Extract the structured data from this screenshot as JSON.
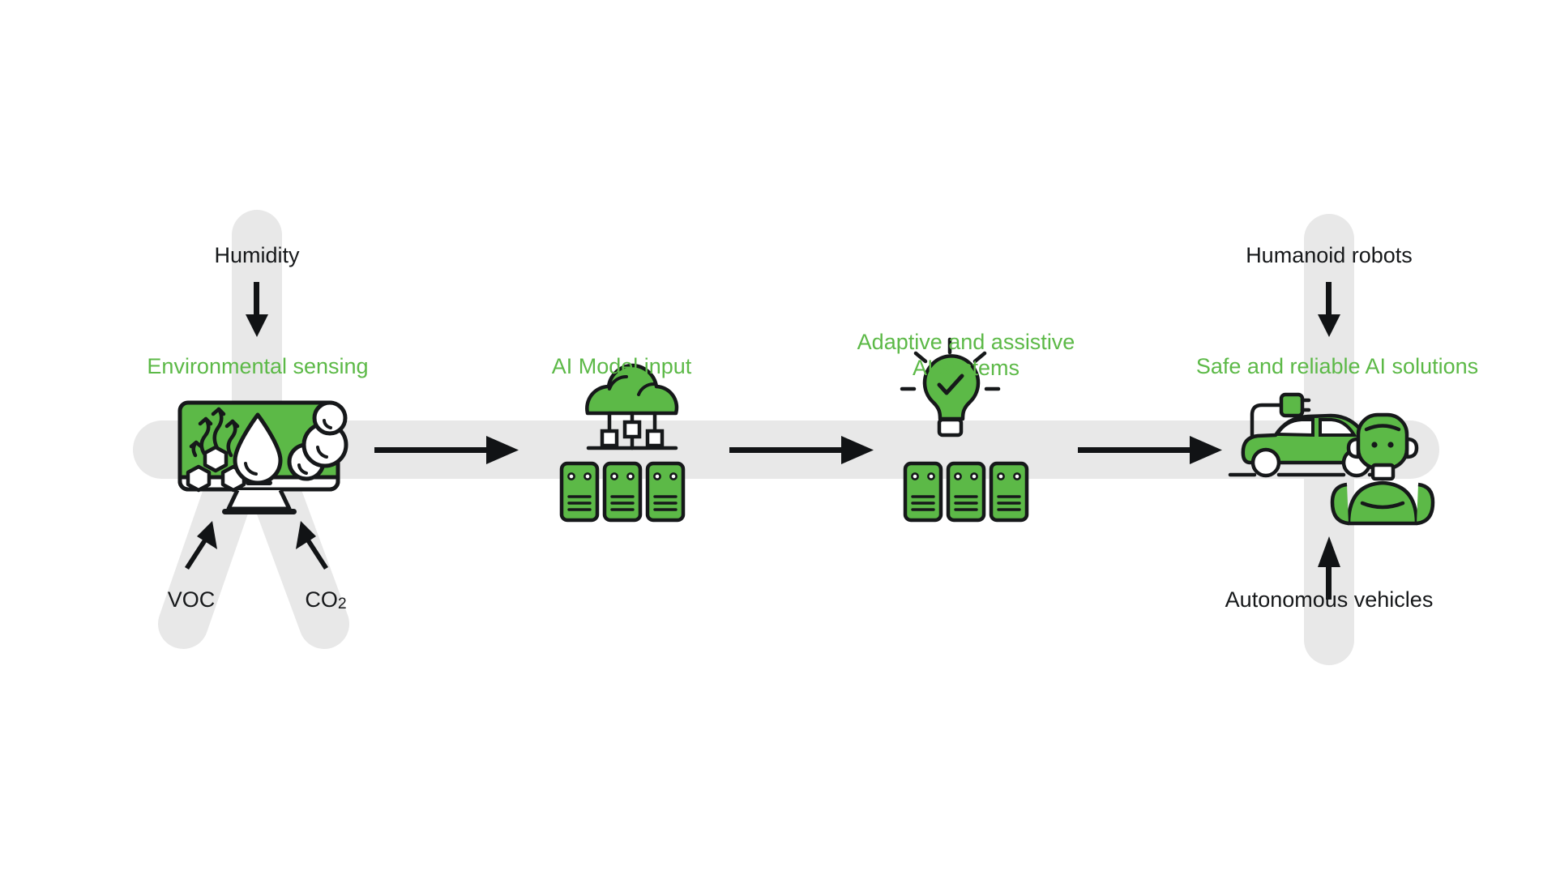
{
  "diagram": {
    "title_text_color": "#16181a",
    "accent_green": "#5cb947",
    "band_gray": "#e8e8e8",
    "background": "#ffffff",
    "flow_direction": "left-to-right",
    "inputs": [
      {
        "id": "humidity",
        "label": "Humidity",
        "arrow": "down",
        "position": "top-left"
      },
      {
        "id": "voc",
        "label": "VOC",
        "arrow": "up-right",
        "position": "bottom-left-outer"
      },
      {
        "id": "co2",
        "label": "CO2",
        "label_prefix": "CO",
        "label_sub": "2",
        "arrow": "up-left",
        "position": "bottom-left-inner"
      }
    ],
    "outputs": [
      {
        "id": "humanoid-robots",
        "label": "Humanoid robots",
        "arrow": "down",
        "position": "top-right"
      },
      {
        "id": "autonomous-vehicles",
        "label": "Autonomous vehicles",
        "arrow": "up",
        "position": "bottom-right"
      }
    ],
    "stages": [
      {
        "id": "environmental-sensing",
        "label": "Environmental sensing",
        "label_lines": [
          "Environmental sensing"
        ],
        "icon": "monitor-sensing-icon",
        "icon_elements": [
          "voc-hexagons-icon",
          "water-droplet-icon",
          "co2-molecule-icon"
        ]
      },
      {
        "id": "ai-model-input",
        "label": "AI Model input",
        "label_lines": [
          "AI Model input"
        ],
        "icon": "cloud-servers-icon",
        "icon_elements": [
          "cloud-icon",
          "network-nodes-icon",
          "server-rack-icon"
        ]
      },
      {
        "id": "adaptive-assistive-ai-systems",
        "label": "Adaptive and assistive AI systems",
        "label_lines": [
          "Adaptive and assistive",
          "AI systems"
        ],
        "icon": "lightbulb-servers-icon",
        "icon_elements": [
          "lightbulb-check-icon",
          "server-rack-icon"
        ]
      },
      {
        "id": "safe-reliable-ai-solutions",
        "label": "Safe and reliable AI solutions",
        "label_lines": [
          "Safe and reliable AI solutions"
        ],
        "icon": "ev-robot-icon",
        "icon_elements": [
          "electric-car-icon",
          "charging-plug-icon",
          "humanoid-robot-icon"
        ]
      }
    ],
    "connectors": [
      {
        "id": "arrow-1",
        "from": "environmental-sensing",
        "to": "ai-model-input",
        "type": "right-arrow"
      },
      {
        "id": "arrow-2",
        "from": "ai-model-input",
        "to": "adaptive-assistive-ai-systems",
        "type": "right-arrow"
      },
      {
        "id": "arrow-3",
        "from": "adaptive-assistive-ai-systems",
        "to": "safe-reliable-ai-solutions",
        "type": "right-arrow"
      }
    ]
  }
}
